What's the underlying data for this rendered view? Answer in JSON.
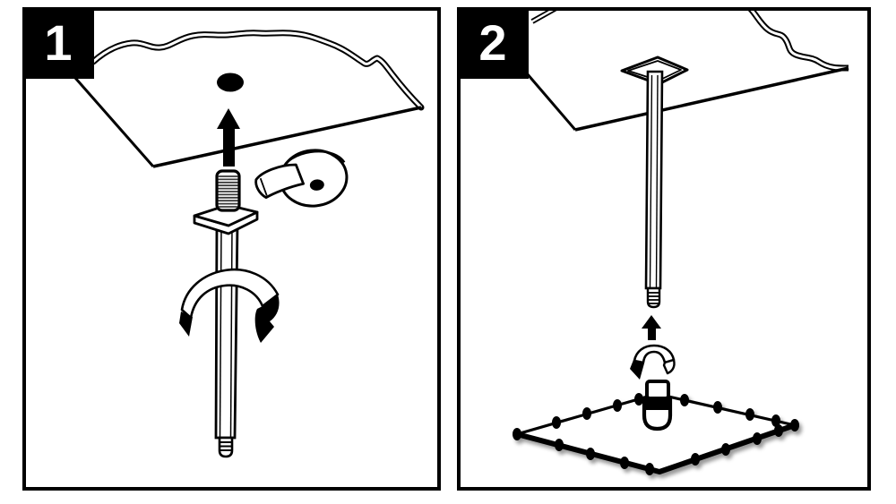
{
  "title": "table assembly instructions",
  "colors": {
    "background": "#ffffff",
    "line": "#000000",
    "badge_background": "#000000",
    "badge_text": "#ffffff",
    "thread_stripe": "#3a3a3a"
  },
  "steps": [
    {
      "step_number": "1",
      "components": [
        "table-top-underside-with-scalloped-edge",
        "center-mounting-hole",
        "insert-up-arrow",
        "threaded-stud",
        "square-mounting-plate",
        "leg-pole",
        "threaded-pole-tip",
        "clockwise-rotation-ribbon-arrow",
        "adhesive-tape-roll"
      ]
    },
    {
      "step_number": "2",
      "components": [
        "table-top-underside-with-scalloped-edge",
        "attached-mounting-plate",
        "leg-pole",
        "threaded-pole-tip",
        "insert-up-arrow",
        "rotation-ribbon-arrow",
        "foot-knob",
        "weighted-base-plate"
      ],
      "base_plate_hole_count": 18
    }
  ]
}
